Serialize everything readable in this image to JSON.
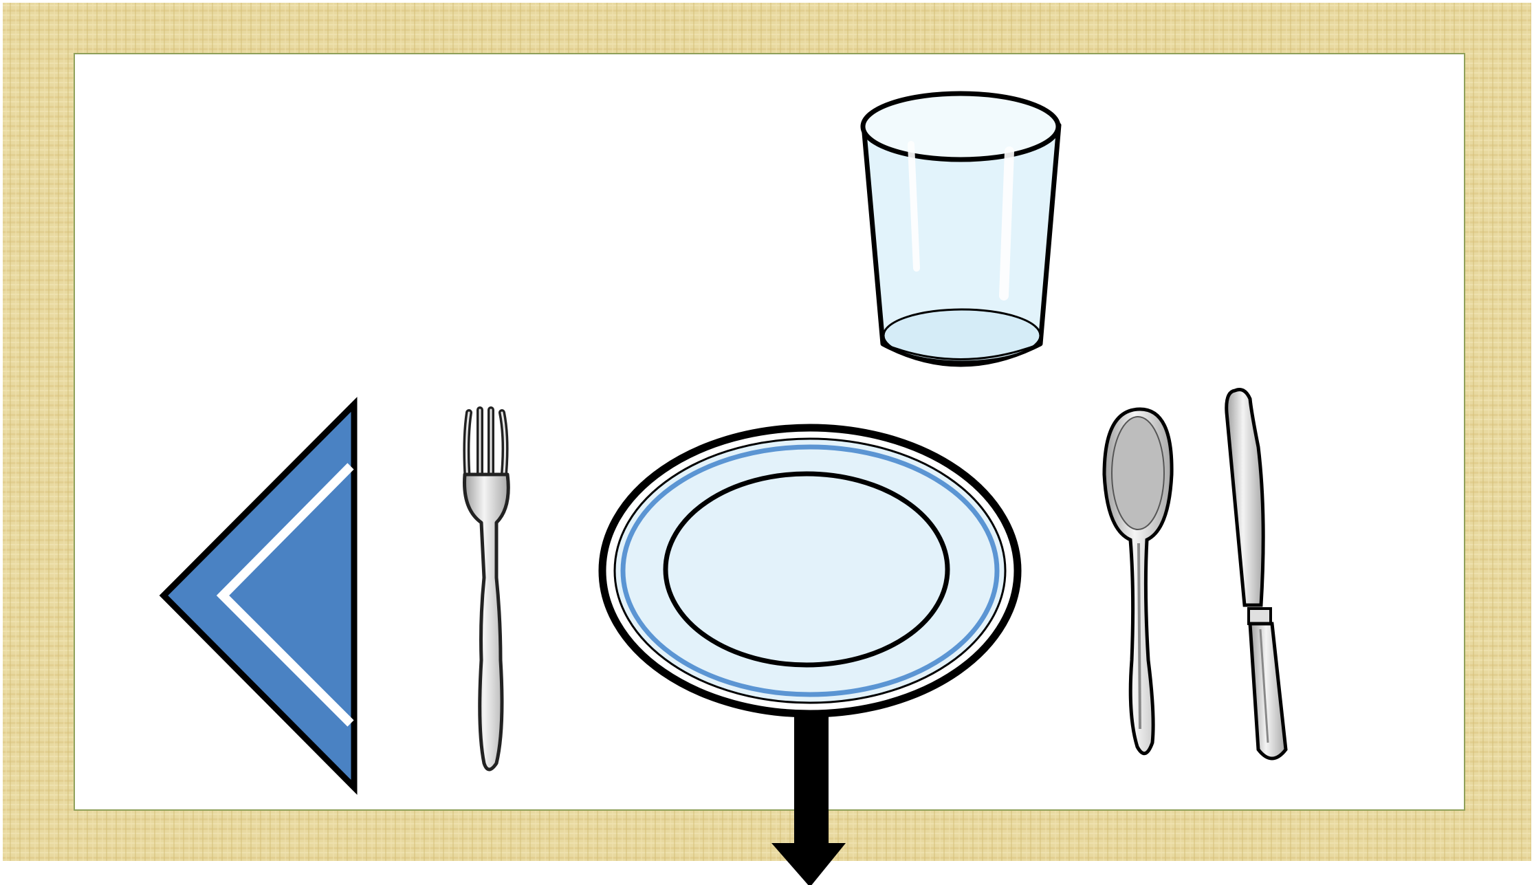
{
  "scene": {
    "subject": "table-place-setting",
    "items": [
      {
        "name": "napkin",
        "icon": "napkin-icon"
      },
      {
        "name": "fork",
        "icon": "fork-icon"
      },
      {
        "name": "plate",
        "icon": "plate-icon"
      },
      {
        "name": "glass",
        "icon": "glass-icon"
      },
      {
        "name": "spoon",
        "icon": "spoon-icon"
      },
      {
        "name": "knife",
        "icon": "knife-icon"
      },
      {
        "name": "arrow",
        "icon": "arrow-down-icon"
      }
    ]
  },
  "colors": {
    "placemat": "#e8d9a0",
    "placemat_weave": "#d9c27a",
    "table": "#ffffff",
    "napkin": "#4a82c3",
    "plate": "#e3f2fa",
    "plate_rim": "#5b95d3",
    "glass": "#e2f3fb",
    "cutlery": "#c8c8c8",
    "spoon_bowl": "#bdbdbd",
    "outline": "#000000",
    "arrow": "#000000"
  }
}
